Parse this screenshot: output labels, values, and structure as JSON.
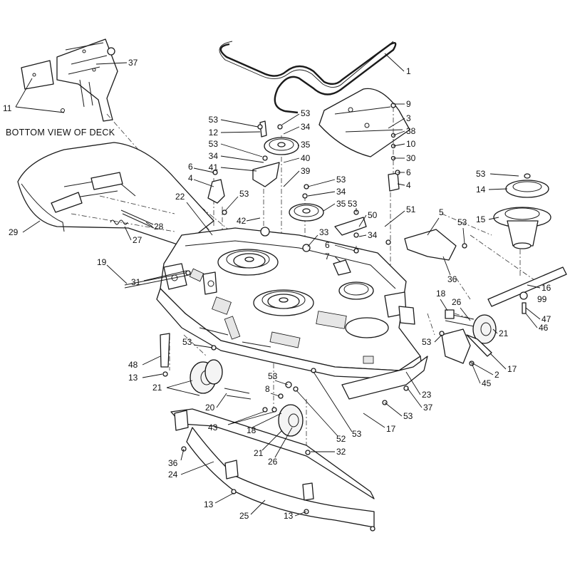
{
  "diagram": {
    "inset_title": "BOTTOM VIEW OF DECK",
    "callouts": [
      {
        "id": "c1",
        "text": "1"
      },
      {
        "id": "c37a",
        "text": "37"
      },
      {
        "id": "c11",
        "text": "11"
      },
      {
        "id": "c9",
        "text": "9"
      },
      {
        "id": "c3",
        "text": "3"
      },
      {
        "id": "c38",
        "text": "38"
      },
      {
        "id": "c10",
        "text": "10"
      },
      {
        "id": "c30",
        "text": "30"
      },
      {
        "id": "c6a",
        "text": "6"
      },
      {
        "id": "c4a",
        "text": "4"
      },
      {
        "id": "c53a",
        "text": "53"
      },
      {
        "id": "c53b",
        "text": "53"
      },
      {
        "id": "c34a",
        "text": "34"
      },
      {
        "id": "c12",
        "text": "12"
      },
      {
        "id": "c35a",
        "text": "35"
      },
      {
        "id": "c53c",
        "text": "53"
      },
      {
        "id": "c34b",
        "text": "34"
      },
      {
        "id": "c40",
        "text": "40"
      },
      {
        "id": "c41",
        "text": "41"
      },
      {
        "id": "c39",
        "text": "39"
      },
      {
        "id": "c6b",
        "text": "6"
      },
      {
        "id": "c4b",
        "text": "4"
      },
      {
        "id": "c53d",
        "text": "53"
      },
      {
        "id": "c34c",
        "text": "34"
      },
      {
        "id": "c35b",
        "text": "35"
      },
      {
        "id": "c53e",
        "text": "53"
      },
      {
        "id": "c50",
        "text": "50"
      },
      {
        "id": "c34d",
        "text": "34"
      },
      {
        "id": "c51",
        "text": "51"
      },
      {
        "id": "c53f",
        "text": "53"
      },
      {
        "id": "c14",
        "text": "14"
      },
      {
        "id": "c15",
        "text": "15"
      },
      {
        "id": "c22",
        "text": "22"
      },
      {
        "id": "c53g",
        "text": "53"
      },
      {
        "id": "c42",
        "text": "42"
      },
      {
        "id": "c33",
        "text": "33"
      },
      {
        "id": "c6c",
        "text": "6"
      },
      {
        "id": "c7",
        "text": "7"
      },
      {
        "id": "c5",
        "text": "5"
      },
      {
        "id": "c53h",
        "text": "53"
      },
      {
        "id": "c36a",
        "text": "36"
      },
      {
        "id": "c16",
        "text": "16"
      },
      {
        "id": "c99",
        "text": "99"
      },
      {
        "id": "c47",
        "text": "47"
      },
      {
        "id": "c46",
        "text": "46"
      },
      {
        "id": "c29",
        "text": "29"
      },
      {
        "id": "c28",
        "text": "28"
      },
      {
        "id": "c27",
        "text": "27"
      },
      {
        "id": "c19",
        "text": "19"
      },
      {
        "id": "c31",
        "text": "31"
      },
      {
        "id": "c18a",
        "text": "18"
      },
      {
        "id": "c26a",
        "text": "26"
      },
      {
        "id": "c21a",
        "text": "21"
      },
      {
        "id": "c53i",
        "text": "53"
      },
      {
        "id": "c2",
        "text": "2"
      },
      {
        "id": "c17a",
        "text": "17"
      },
      {
        "id": "c45",
        "text": "45"
      },
      {
        "id": "c53j",
        "text": "53"
      },
      {
        "id": "c48",
        "text": "48"
      },
      {
        "id": "c13a",
        "text": "13"
      },
      {
        "id": "c21b",
        "text": "21"
      },
      {
        "id": "c20",
        "text": "20"
      },
      {
        "id": "c53k",
        "text": "53"
      },
      {
        "id": "c8",
        "text": "8"
      },
      {
        "id": "c23",
        "text": "23"
      },
      {
        "id": "c37b",
        "text": "37"
      },
      {
        "id": "c43",
        "text": "43"
      },
      {
        "id": "c18b",
        "text": "18"
      },
      {
        "id": "c52",
        "text": "52"
      },
      {
        "id": "c53l",
        "text": "53"
      },
      {
        "id": "c53m",
        "text": "53"
      },
      {
        "id": "c17b",
        "text": "17"
      },
      {
        "id": "c21c",
        "text": "21"
      },
      {
        "id": "c26b",
        "text": "26"
      },
      {
        "id": "c32",
        "text": "32"
      },
      {
        "id": "c36b",
        "text": "36"
      },
      {
        "id": "c24",
        "text": "24"
      },
      {
        "id": "c13b",
        "text": "13"
      },
      {
        "id": "c25",
        "text": "25"
      },
      {
        "id": "c13c",
        "text": "13"
      }
    ]
  }
}
